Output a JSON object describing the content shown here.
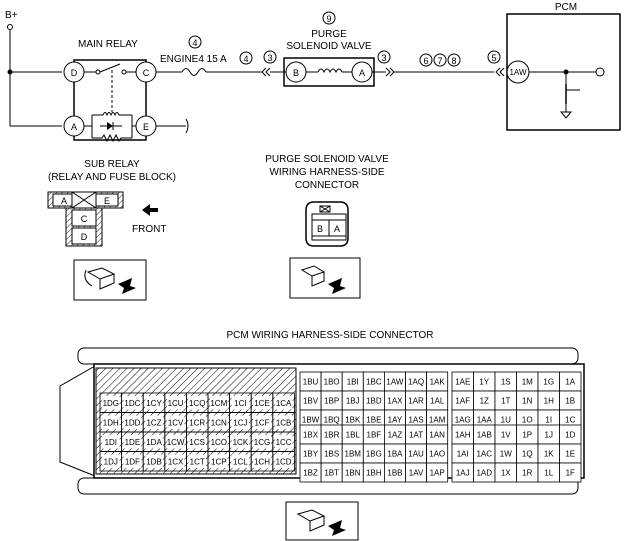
{
  "circuit": {
    "supply_label": "B+",
    "pcm_label": "PCM",
    "main_relay_label": "MAIN RELAY",
    "fuse_label": "ENGINE4 15 A",
    "valve_title_line1": "PURGE",
    "valve_title_line2": "SOLENOID VALVE",
    "relay_terminals": {
      "d": "D",
      "c": "C",
      "a": "A",
      "e": "E"
    },
    "valve_terminals": {
      "b": "B",
      "a": "A"
    },
    "pcm_terminal": "1AW",
    "callouts": {
      "fuse": "4",
      "wire_left": "4",
      "valve": "9",
      "valve_left": "3",
      "valve_right": "3",
      "wire_right": [
        "6",
        "7",
        "8"
      ],
      "pcm_in": "5"
    }
  },
  "sub_relay": {
    "title_line1": "SUB RELAY",
    "title_line2": "(RELAY AND FUSE BLOCK)",
    "terminals": {
      "a": "A",
      "e": "E",
      "c": "C",
      "d": "D"
    },
    "direction_label": "FRONT"
  },
  "valve_connector": {
    "title_line1": "PURGE SOLENOID VALVE",
    "title_line2": "WIRING HARNESS-SIDE",
    "title_line3": "CONNECTOR",
    "pins": [
      "B",
      "A"
    ]
  },
  "pcm_connector": {
    "title": "PCM WIRING HARNESS-SIDE CONNECTOR",
    "hatched_rows": [
      [
        "1DG",
        "1DC",
        "1CY",
        "1CU",
        "1CQ",
        "1CM",
        "1CI",
        "1CE",
        "1CA"
      ],
      [
        "1DH",
        "1DD",
        "1CZ",
        "1CV",
        "1CR",
        "1CN",
        "1CJ",
        "1CF",
        "1CB"
      ],
      [
        "1DI",
        "1DE",
        "1DA",
        "1CW",
        "1CS",
        "1CO",
        "1CK",
        "1CG",
        "1CC"
      ],
      [
        "1DJ",
        "1DF",
        "1DB",
        "1CX",
        "1CT",
        "1CP",
        "1CL",
        "1CH",
        "1CD"
      ]
    ],
    "mid_top_rows": [
      [
        "1BU",
        "1BO",
        "1BI",
        "1BC",
        "1AW",
        "1AQ",
        "1AK"
      ],
      [
        "1BV",
        "1BP",
        "1BJ",
        "1BD",
        "1AX",
        "1AR",
        "1AL"
      ],
      [
        "1BW",
        "1BQ",
        "1BK",
        "1BE",
        "1AY",
        "1AS",
        "1AM"
      ]
    ],
    "mid_bottom_rows": [
      [
        "1BX",
        "1BR",
        "1BL",
        "1BF",
        "1AZ",
        "1AT",
        "1AN"
      ],
      [
        "1BY",
        "1BS",
        "1BM",
        "1BG",
        "1BA",
        "1AU",
        "1AO"
      ],
      [
        "1BZ",
        "1BT",
        "1BN",
        "1BH",
        "1BB",
        "1AV",
        "1AP"
      ]
    ],
    "right_top_rows": [
      [
        "1AE",
        "1Y",
        "1S",
        "1M",
        "1G",
        "1A"
      ],
      [
        "1AF",
        "1Z",
        "1T",
        "1N",
        "1H",
        "1B"
      ],
      [
        "1AG",
        "1AA",
        "1U",
        "1O",
        "1I",
        "1C"
      ]
    ],
    "right_bottom_rows": [
      [
        "1AH",
        "1AB",
        "1V",
        "1P",
        "1J",
        "1D"
      ],
      [
        "1AI",
        "1AC",
        "1W",
        "1Q",
        "1K",
        "1E"
      ],
      [
        "1AJ",
        "1AD",
        "1X",
        "1R",
        "1L",
        "1F"
      ]
    ]
  }
}
